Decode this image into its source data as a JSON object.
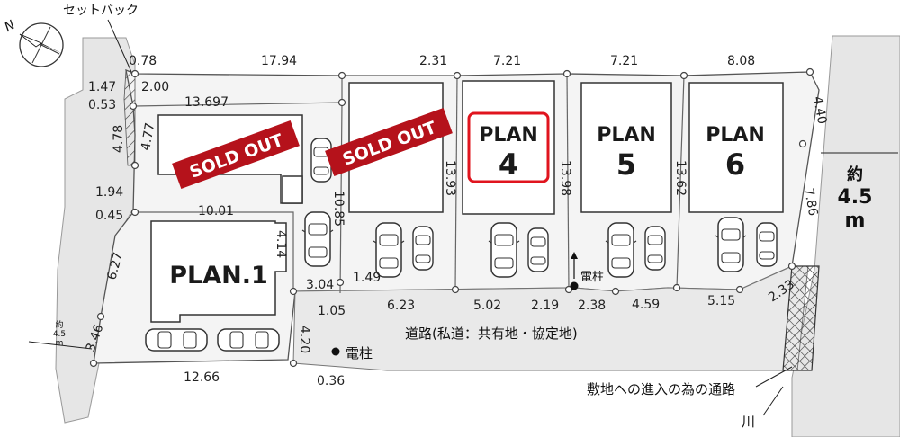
{
  "setback_label": "セットバック",
  "north_label": "N",
  "lots": {
    "plan1": "PLAN.1",
    "plan4_name": "PLAN",
    "plan4_num": "4",
    "plan5_name": "PLAN",
    "plan5_num": "5",
    "plan6_name": "PLAN",
    "plan6_num": "6",
    "sold_out_1": "SOLD OUT",
    "sold_out_2": "SOLD OUT"
  },
  "roads": {
    "private_road": "道路(私道：共有地・協定地)",
    "utility_pole_1": "電柱",
    "utility_pole_2": "電柱",
    "access_path": "敷地への進入の為の通路",
    "river": "川",
    "east_road_line1": "約",
    "east_road_line2": "4.5",
    "east_road_line3": "m",
    "west_road_line1": "約",
    "west_road_line2": "4.5",
    "west_road_line3": "m"
  },
  "dims": {
    "d0_78": "0.78",
    "d17_94": "17.94",
    "d2_31": "2.31",
    "d7_21a": "7.21",
    "d7_21b": "7.21",
    "d8_08": "8.08",
    "d1_47": "1.47",
    "d2_00": "2.00",
    "d0_53": "0.53",
    "d13_697": "13.697",
    "d4_78": "4.78",
    "d4_77": "4.77",
    "d1_94": "1.94",
    "d0_45": "0.45",
    "d10_01": "10.01",
    "d10_85": "10.85",
    "d4_14": "4.14",
    "d6_27": "6.27",
    "d3_46": "3.46",
    "d13_93": "13.93",
    "d13_98": "13.98",
    "d13_62": "13.62",
    "d4_40": "4.40",
    "d7_86": "7.86",
    "d3_04": "3.04",
    "d1_49": "1.49",
    "d1_05": "1.05",
    "d6_23": "6.23",
    "d5_02": "5.02",
    "d2_19": "2.19",
    "d2_38": "2.38",
    "d4_59": "4.59",
    "d5_15": "5.15",
    "d2_33": "2.33",
    "d4_20": "4.20",
    "d12_66": "12.66",
    "d0_36": "0.36"
  },
  "colors": {
    "sold_out_red": "#b5121b",
    "plan4_highlight": "#e0141e",
    "road_gray": "#e9e9e9",
    "lot_fill": "#f5f5f5",
    "line": "#555555"
  }
}
